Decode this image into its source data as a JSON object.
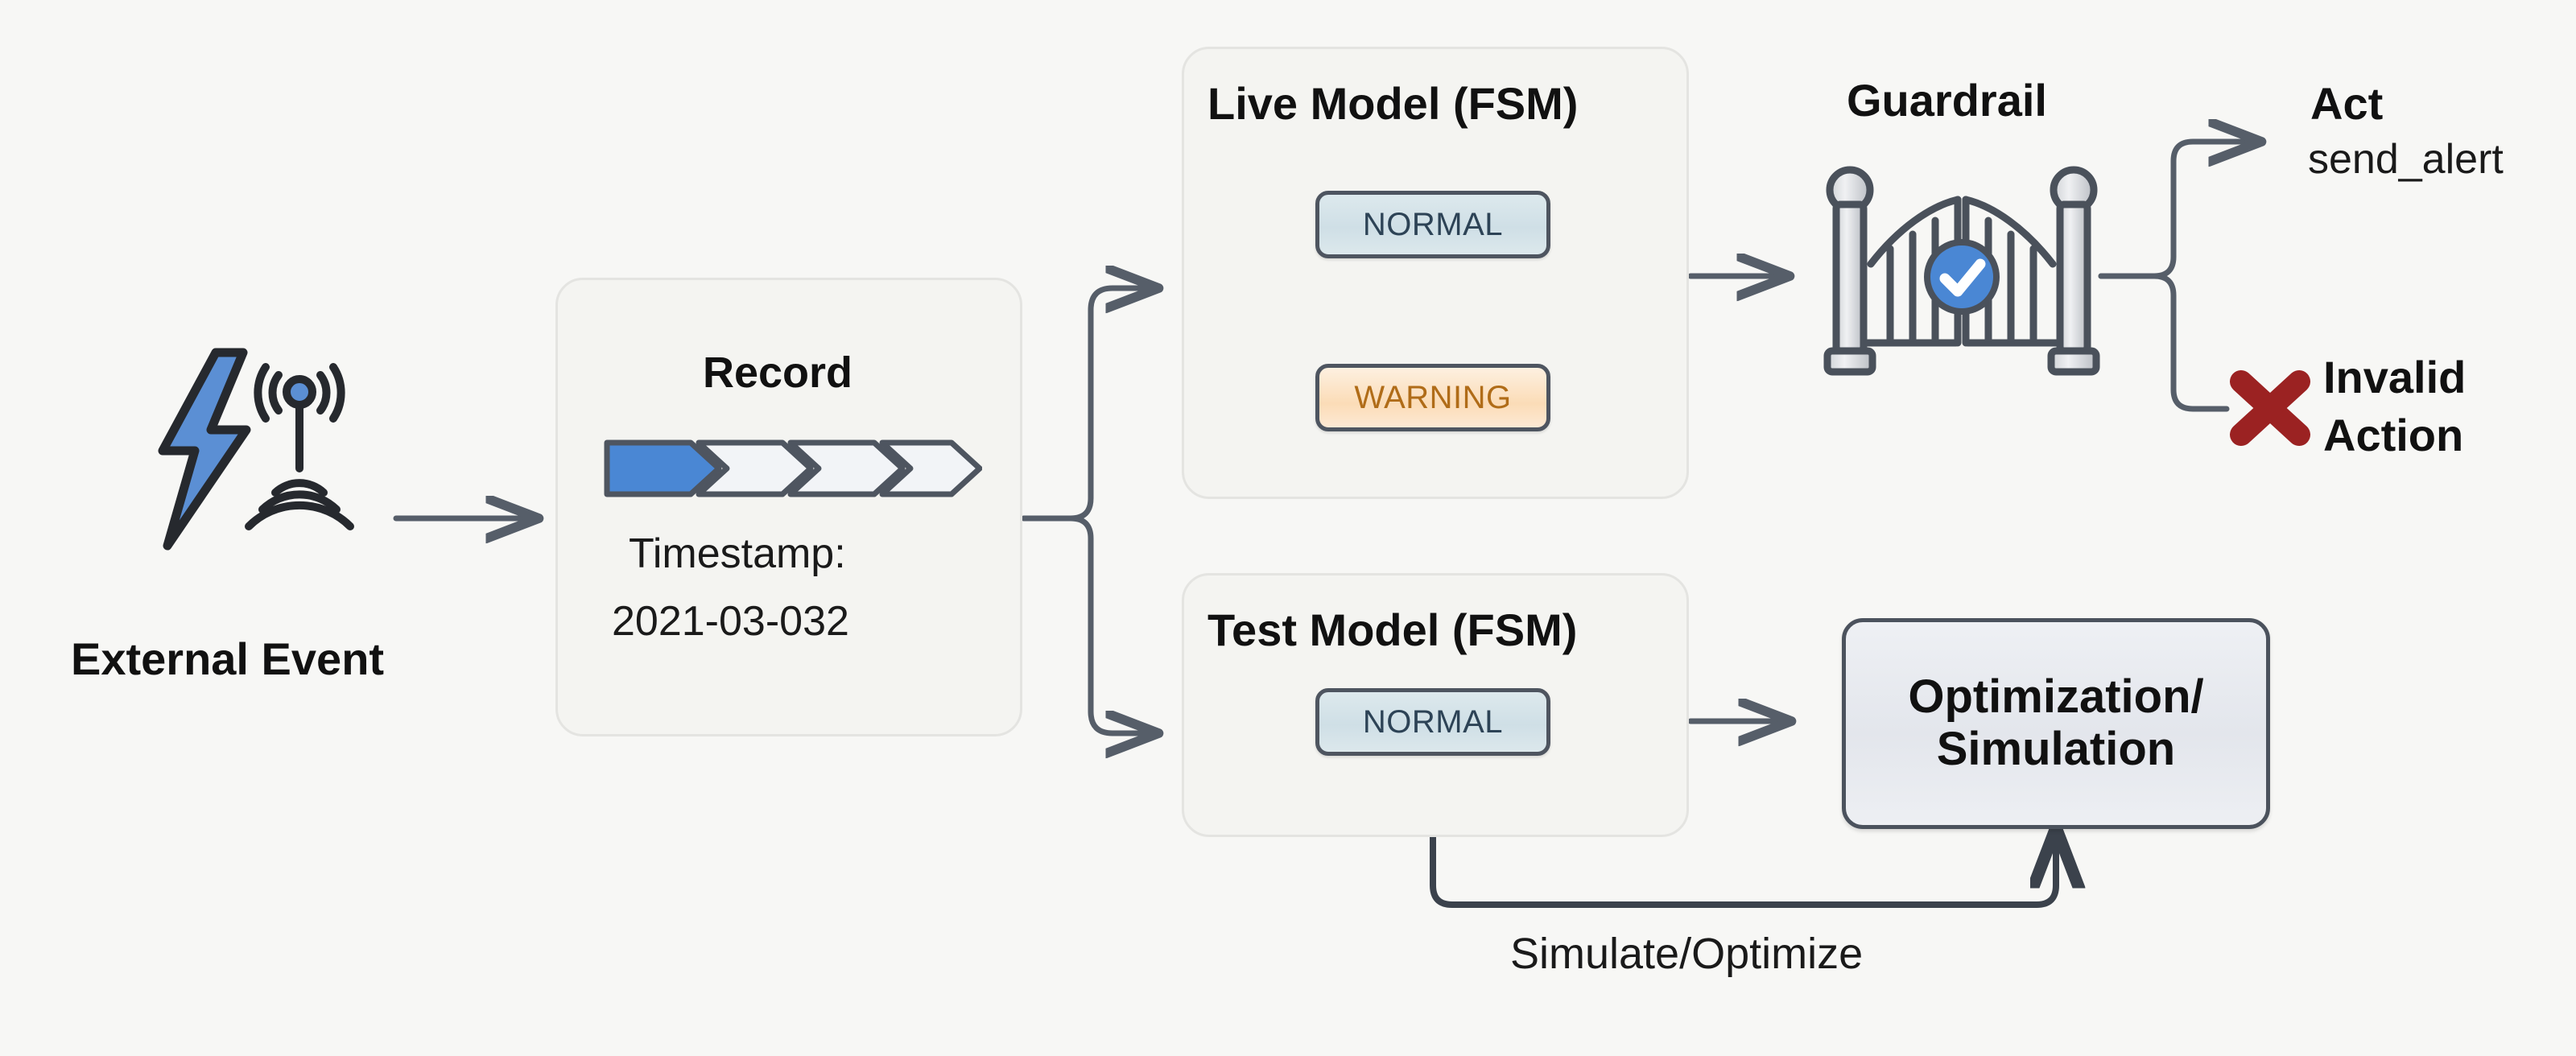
{
  "diagram": {
    "title": "Event processing pipeline with live and test finite state machines",
    "background_color": "#f7f7f5",
    "accent_blue": "#4a87d4",
    "arrow_color": "#565e69",
    "error_red": "#9b2222",
    "warning_text_color": "#b06c18",
    "normal_text_color": "#2d4356"
  },
  "external_event": {
    "label": "External Event",
    "bolt_icon": "lightning-bolt-icon",
    "antenna_icon": "broadcast-antenna-icon"
  },
  "record": {
    "title": "Record",
    "timestamp_label": "Timestamp:",
    "timestamp_value": "2021-03-032",
    "progress": {
      "segments": 4,
      "filled": 1,
      "fill_color": "#4a87d4"
    }
  },
  "live_model": {
    "title": "Live Model (FSM)",
    "states": [
      {
        "name": "NORMAL",
        "kind": "normal"
      },
      {
        "name": "WARNING",
        "kind": "warning"
      }
    ],
    "transitions": [
      {
        "from": "NORMAL",
        "to": "WARNING",
        "style": "straight-down"
      },
      {
        "from": "NORMAL",
        "to": "WARNING",
        "style": "curved-right-loop"
      }
    ]
  },
  "test_model": {
    "title": "Test Model (FSM)",
    "states": [
      {
        "name": "NORMAL",
        "kind": "normal"
      }
    ]
  },
  "guardrail": {
    "title": "Guardrail",
    "icon": "gate-with-check-badge-icon",
    "badge_icon": "check-circle-icon"
  },
  "outcomes": [
    {
      "icon": "arrow-right-icon",
      "line1": "Act",
      "line2": "send_alert",
      "kind": "allowed"
    },
    {
      "icon": "red-cross-icon",
      "line1": "Invalid",
      "line2": "Action",
      "kind": "blocked"
    }
  ],
  "optimization": {
    "line1": "Optimization/",
    "line2": "Simulation"
  },
  "feedback": {
    "label": "Simulate/Optimize"
  }
}
